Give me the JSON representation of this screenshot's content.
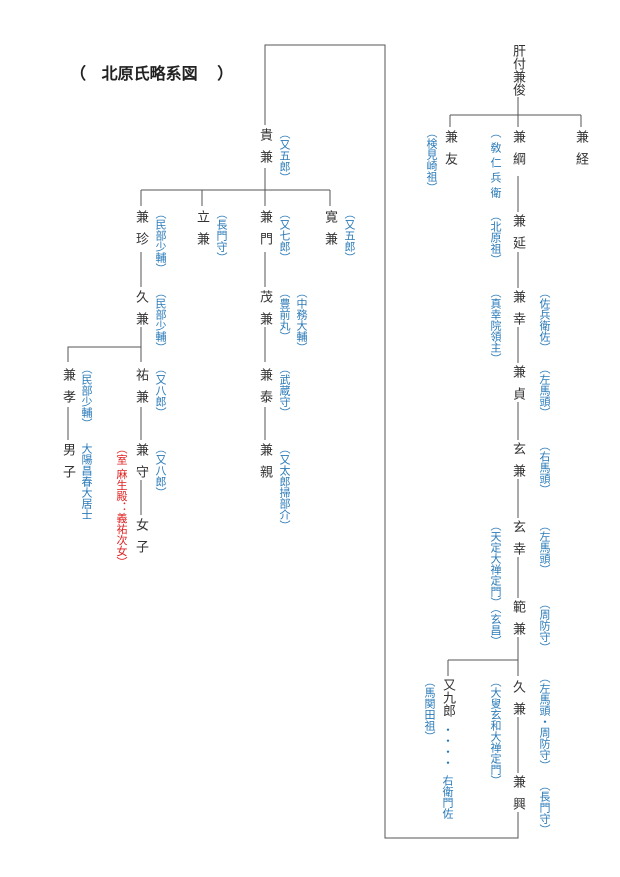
{
  "title": {
    "open": "（",
    "text": "北原氏略系図",
    "close": "）"
  },
  "nodes": {
    "root": "肝付兼俊",
    "kanetomo": "兼友",
    "kanetomo_note": "（検見崎祖）",
    "kanetsuna": "兼綱",
    "kanetsuna_note1": "（敎仁兵衛",
    "kanetsuna_note2": "（北原祖）",
    "kanetsune": "兼経",
    "kanenobu": "兼延",
    "kaneyuki": "兼幸",
    "kaneyuki_note1": "（真幸院領主）",
    "kaneyuki_note2": "（佐兵衛佐）",
    "kanesada": "兼貞",
    "kanesada_note": "（左馬頭）",
    "genken": "玄兼",
    "genken_note": "（右馬頭）",
    "genko": "玄幸",
    "genko_note1": "（左馬頭）",
    "genko_note2": "（天定大禅定門）（玄昌）",
    "norikane": "範兼",
    "norikane_note": "（周防守）",
    "matakuro": "又九郎",
    "matakuro_note": "（馬関田祖）",
    "matakuro_dots": "・・・・",
    "matakuro_title": "右衛門佐",
    "hisakane2": "久兼",
    "hisakane2_note1": "（大叟玄和大禅定門）",
    "hisakane2_note2": "（左馬頭・周防守）",
    "kaneoki": "兼興",
    "kaneoki_note": "（長門守）",
    "takakane": "貴兼",
    "takakane_note": "（又五郎）",
    "kanechin": "兼珍",
    "kanechin_note": "（民部少輔）",
    "tatsukane": "立兼",
    "tatsukane_note": "（長門守）",
    "kanekado": "兼門",
    "kanekado_note": "（又七郎）",
    "hirokane": "寛兼",
    "hirokane_note": "（又五郎）",
    "hisakane1": "久兼",
    "hisakane1_note": "（民部少輔）",
    "shigekane": "茂兼",
    "shigekane_note1": "（豊前丸）",
    "shigekane_note2": "（中務大輔）",
    "kanetaka": "兼孝",
    "kanetaka_note": "（民部少輔）",
    "sukekane": "祐兼",
    "sukekane_note": "（又八郎）",
    "kaneyasu": "兼泰",
    "kaneyasu_note": "（武蔵守）",
    "danshi": "男子",
    "danshi_note": "大陽昌春大居士",
    "kanemori": "兼守",
    "kanemori_note": "（又八郎）",
    "kanemori_wife": "（室 麻生殿：義祐次女）",
    "joshi": "女子",
    "kanechika": "兼親",
    "kanechika_note": "（又太郎掃部介）"
  },
  "colors": {
    "note": "#2a7ab8",
    "wife": "#e02020",
    "line": "#555555"
  }
}
